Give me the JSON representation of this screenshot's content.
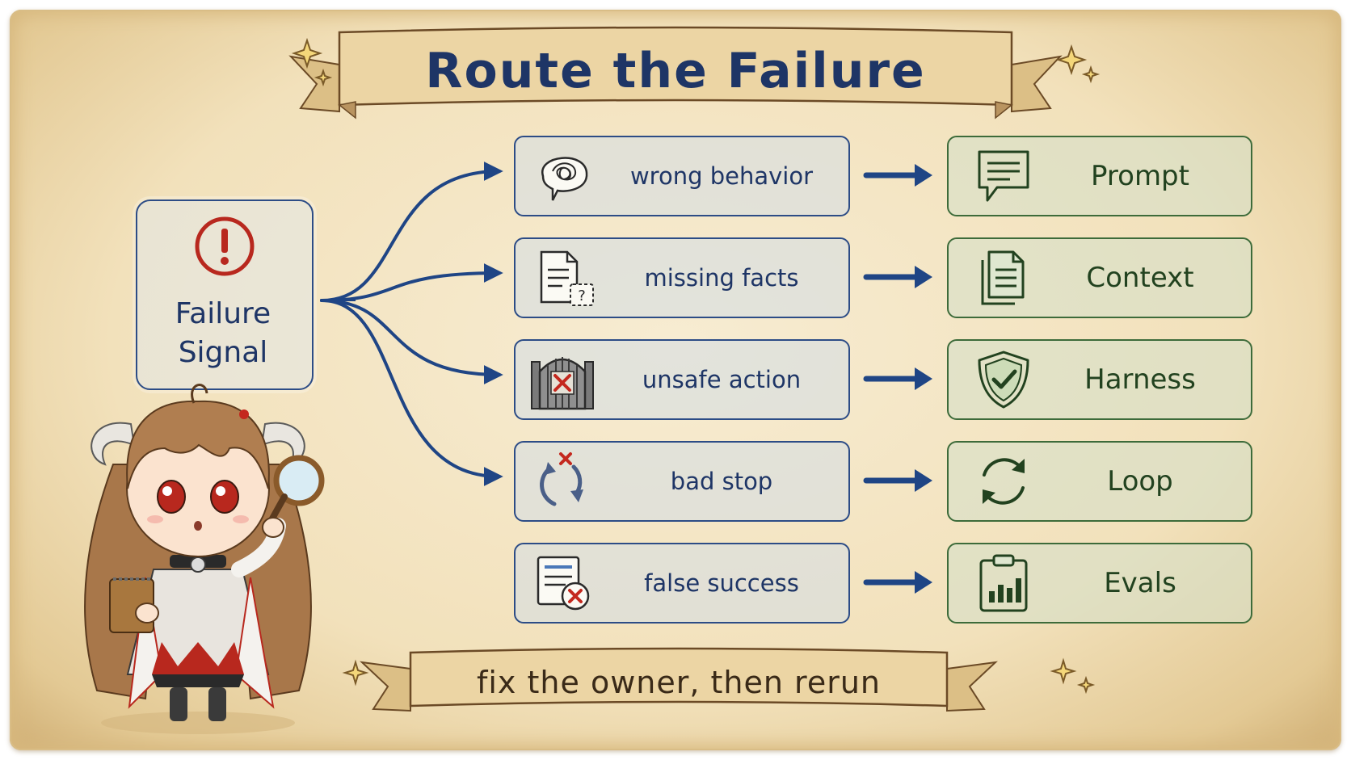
{
  "title": "Route the Failure",
  "signal": {
    "line1": "Failure",
    "line2": "Signal"
  },
  "failures": [
    {
      "label": "wrong behavior",
      "icon": "tangled-thought-icon"
    },
    {
      "label": "missing facts",
      "icon": "missing-document-icon"
    },
    {
      "label": "unsafe action",
      "icon": "blocked-gate-icon"
    },
    {
      "label": "bad stop",
      "icon": "broken-loop-icon"
    },
    {
      "label": "false success",
      "icon": "rejected-report-icon"
    }
  ],
  "owners": [
    {
      "label": "Prompt",
      "icon": "speech-bubble-icon"
    },
    {
      "label": "Context",
      "icon": "documents-icon"
    },
    {
      "label": "Harness",
      "icon": "shield-check-icon"
    },
    {
      "label": "Loop",
      "icon": "cycle-arrows-icon"
    },
    {
      "label": "Evals",
      "icon": "clipboard-chart-icon"
    }
  ],
  "footer": "fix the owner, then rerun",
  "colors": {
    "failure_ink": "#1e3566",
    "owner_ink": "#22421f",
    "alert_red": "#b8281e",
    "ribbon": "#ead2a0"
  }
}
